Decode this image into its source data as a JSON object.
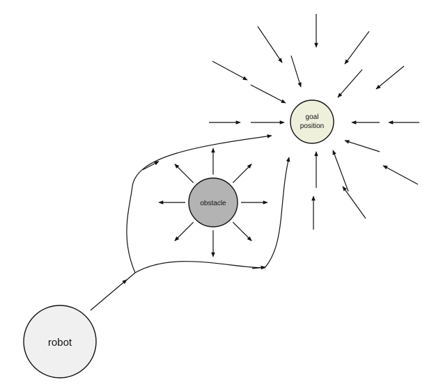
{
  "colors": {
    "robot_fill": "#f0f0f0",
    "obstacle_fill": "#b3b3b3",
    "goal_fill": "#eef0dc",
    "stroke": "#111111"
  },
  "nodes": {
    "robot": {
      "label": "robot"
    },
    "obstacle": {
      "label": "obstacle"
    },
    "goal": {
      "label_line1": "goal",
      "label_line2": "position"
    }
  }
}
